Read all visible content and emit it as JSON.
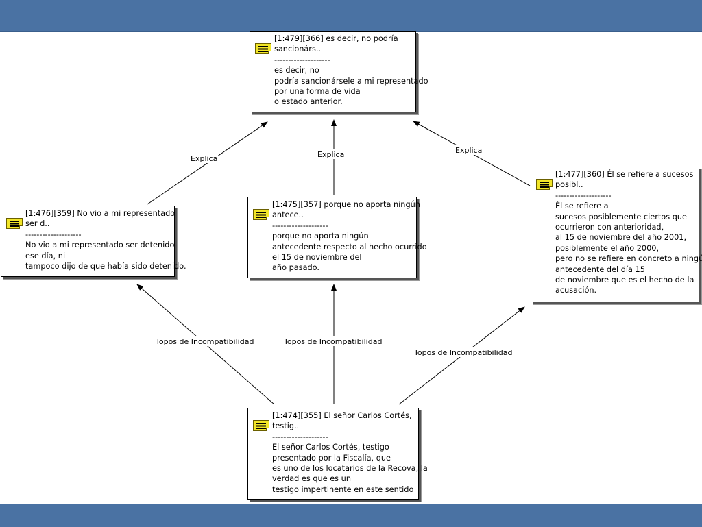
{
  "nodes": {
    "n366": {
      "header": [
        "[1:479][366] es decir, no podría",
        "sancionárs.."
      ],
      "separator": "--------------------",
      "body": [
        "es decir, no",
        "podría sancionársele a mi representado",
        "por una forma de vida",
        "o estado anterior."
      ]
    },
    "n359": {
      "header": [
        "[1:476][359] No vio a mi representado",
        "ser d.."
      ],
      "separator": "--------------------",
      "body": [
        "No vio a mi representado ser detenido",
        "ese día, ni",
        "tampoco dijo de que había sido detenido."
      ]
    },
    "n357": {
      "header": [
        "[1:475][357] porque no aporta ningún",
        "antece.."
      ],
      "separator": "--------------------",
      "body": [
        "porque no aporta ningún",
        "antecedente respecto al hecho ocurrido",
        "el 15 de noviembre del",
        "año pasado."
      ]
    },
    "n360": {
      "header": [
        "[1:477][360] Él se refiere a sucesos",
        "posibl.."
      ],
      "separator": "--------------------",
      "body": [
        "Él se refiere a",
        "sucesos posiblemente ciertos que",
        "ocurrieron con anterioridad,",
        "al 15 de noviembre del año 2001,",
        "posiblemente el año 2000,",
        "pero no se refiere en concreto a ningún",
        "antecedente del día 15",
        "de noviembre que es el hecho de la",
        "acusación."
      ]
    },
    "n355": {
      "header": [
        "[1:474][355] El señor Carlos Cortés,",
        "testig.."
      ],
      "separator": "--------------------",
      "body": [
        "El señor Carlos Cortés, testigo",
        "presentado por la Fiscalía, que",
        "es uno de los locatarios de la Recova, la",
        "verdad es que es un",
        "testigo impertinente en este sentido"
      ]
    }
  },
  "edges": {
    "explica_left": "Explica",
    "explica_center": "Explica",
    "explica_right": "Explica",
    "topos_left": "Topos de Incompatibilidad",
    "topos_center": "Topos de Incompatibilidad",
    "topos_right": "Topos de Incompatibilidad"
  },
  "colors": {
    "band": "#4a72a3",
    "memo_icon": "#f2e628"
  },
  "icons": {
    "memo": "memo-note-icon"
  }
}
